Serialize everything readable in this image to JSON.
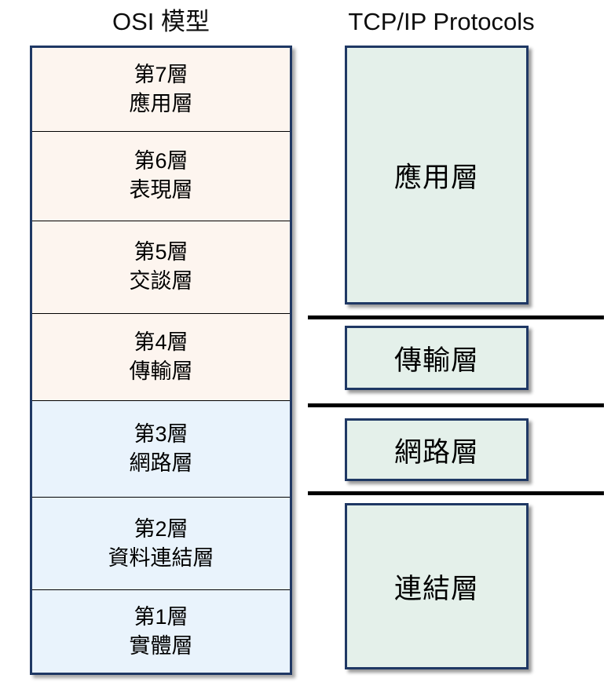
{
  "diagram": {
    "osi": {
      "title": "OSI 模型",
      "layers": [
        {
          "level": "第7層",
          "name": "應用層"
        },
        {
          "level": "第6層",
          "name": "表現層"
        },
        {
          "level": "第5層",
          "name": "交談層"
        },
        {
          "level": "第4層",
          "name": "傳輸層"
        },
        {
          "level": "第3層",
          "name": "網路層"
        },
        {
          "level": "第2層",
          "name": "資料連結層"
        },
        {
          "level": "第1層",
          "name": "實體層"
        }
      ]
    },
    "tcpip": {
      "title": "TCP/IP Protocols",
      "boxes": [
        {
          "label": "應用層"
        },
        {
          "label": "傳輸層"
        },
        {
          "label": "網路層"
        },
        {
          "label": "連結層"
        }
      ]
    },
    "colors": {
      "osi_upper_bg": "#fdf5ef",
      "osi_lower_bg": "#e9f3fc",
      "tcpip_box_bg": "#e4f0ea",
      "box_border": "#1f3864",
      "divider": "#000000",
      "text": "#000000",
      "background": "#ffffff"
    }
  }
}
